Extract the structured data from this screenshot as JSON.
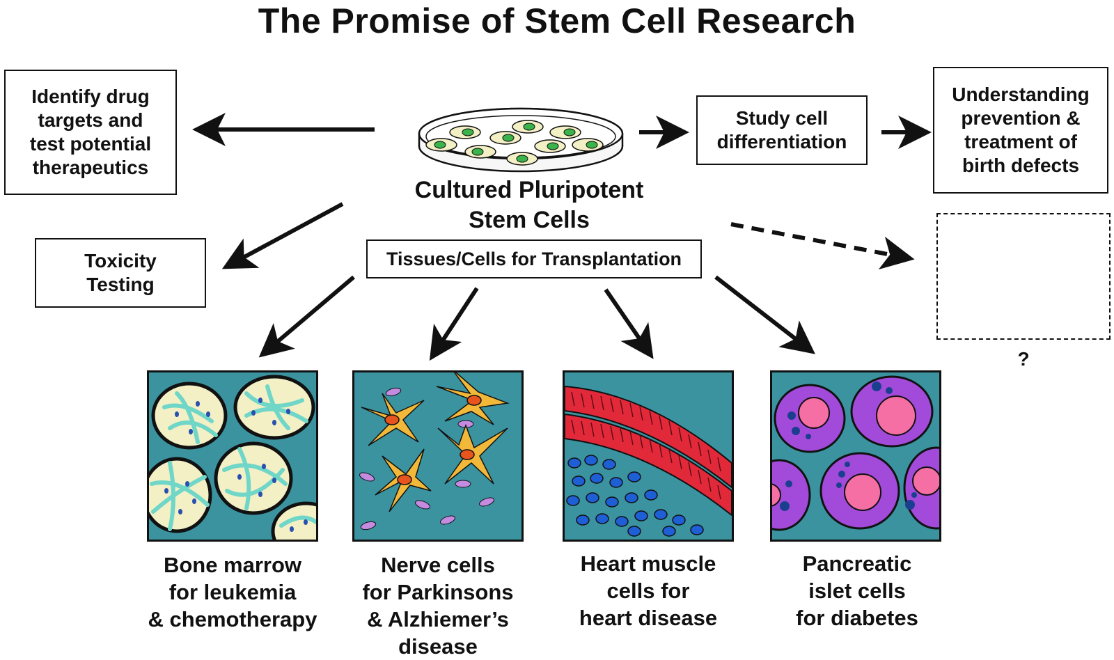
{
  "title": "The Promise of Stem Cell Research",
  "center": {
    "title_line1": "Cultured Pluripotent",
    "title_line2": "Stem Cells",
    "transplant_label": "Tissues/Cells for Transplantation"
  },
  "left_boxes": {
    "drug_targets": [
      "Identify drug",
      "targets and",
      "test potential",
      "therapeutics"
    ],
    "toxicity": [
      "Toxicity",
      "Testing"
    ]
  },
  "right_boxes": {
    "differentiation": [
      "Study cell",
      "differentiation"
    ],
    "birth_defects": [
      "Understanding",
      "prevention &",
      "treatment of",
      "birth defects"
    ],
    "unknown_label": "?"
  },
  "panels": [
    {
      "id": "bone-marrow",
      "lines": [
        "Bone marrow",
        "for leukemia",
        "& chemotherapy"
      ]
    },
    {
      "id": "nerve",
      "lines": [
        "Nerve cells",
        "for Parkinsons",
        "& Alzhiemer’s",
        "disease"
      ]
    },
    {
      "id": "heart",
      "lines": [
        "Heart muscle",
        "cells for",
        "heart disease"
      ]
    },
    {
      "id": "pancreatic",
      "lines": [
        "Pancreatic",
        "islet cells",
        "for diabetes"
      ]
    }
  ],
  "colors": {
    "panel_bg": "#3b93a0",
    "marrow_cell": "#f3f0c6",
    "marrow_fiber": "#6fd6c8",
    "nerve_cell": "#f2b83a",
    "nerve_nucleus": "#e8541e",
    "nerve_particle": "#c48be0",
    "heart_muscle": "#e2293a",
    "blood_cell": "#1f5fd6",
    "islet_cell": "#a24ad9",
    "islet_nucleus": "#f56fa4",
    "dish_cell": "#f3f0c6",
    "dish_nucleus": "#39b34a"
  }
}
